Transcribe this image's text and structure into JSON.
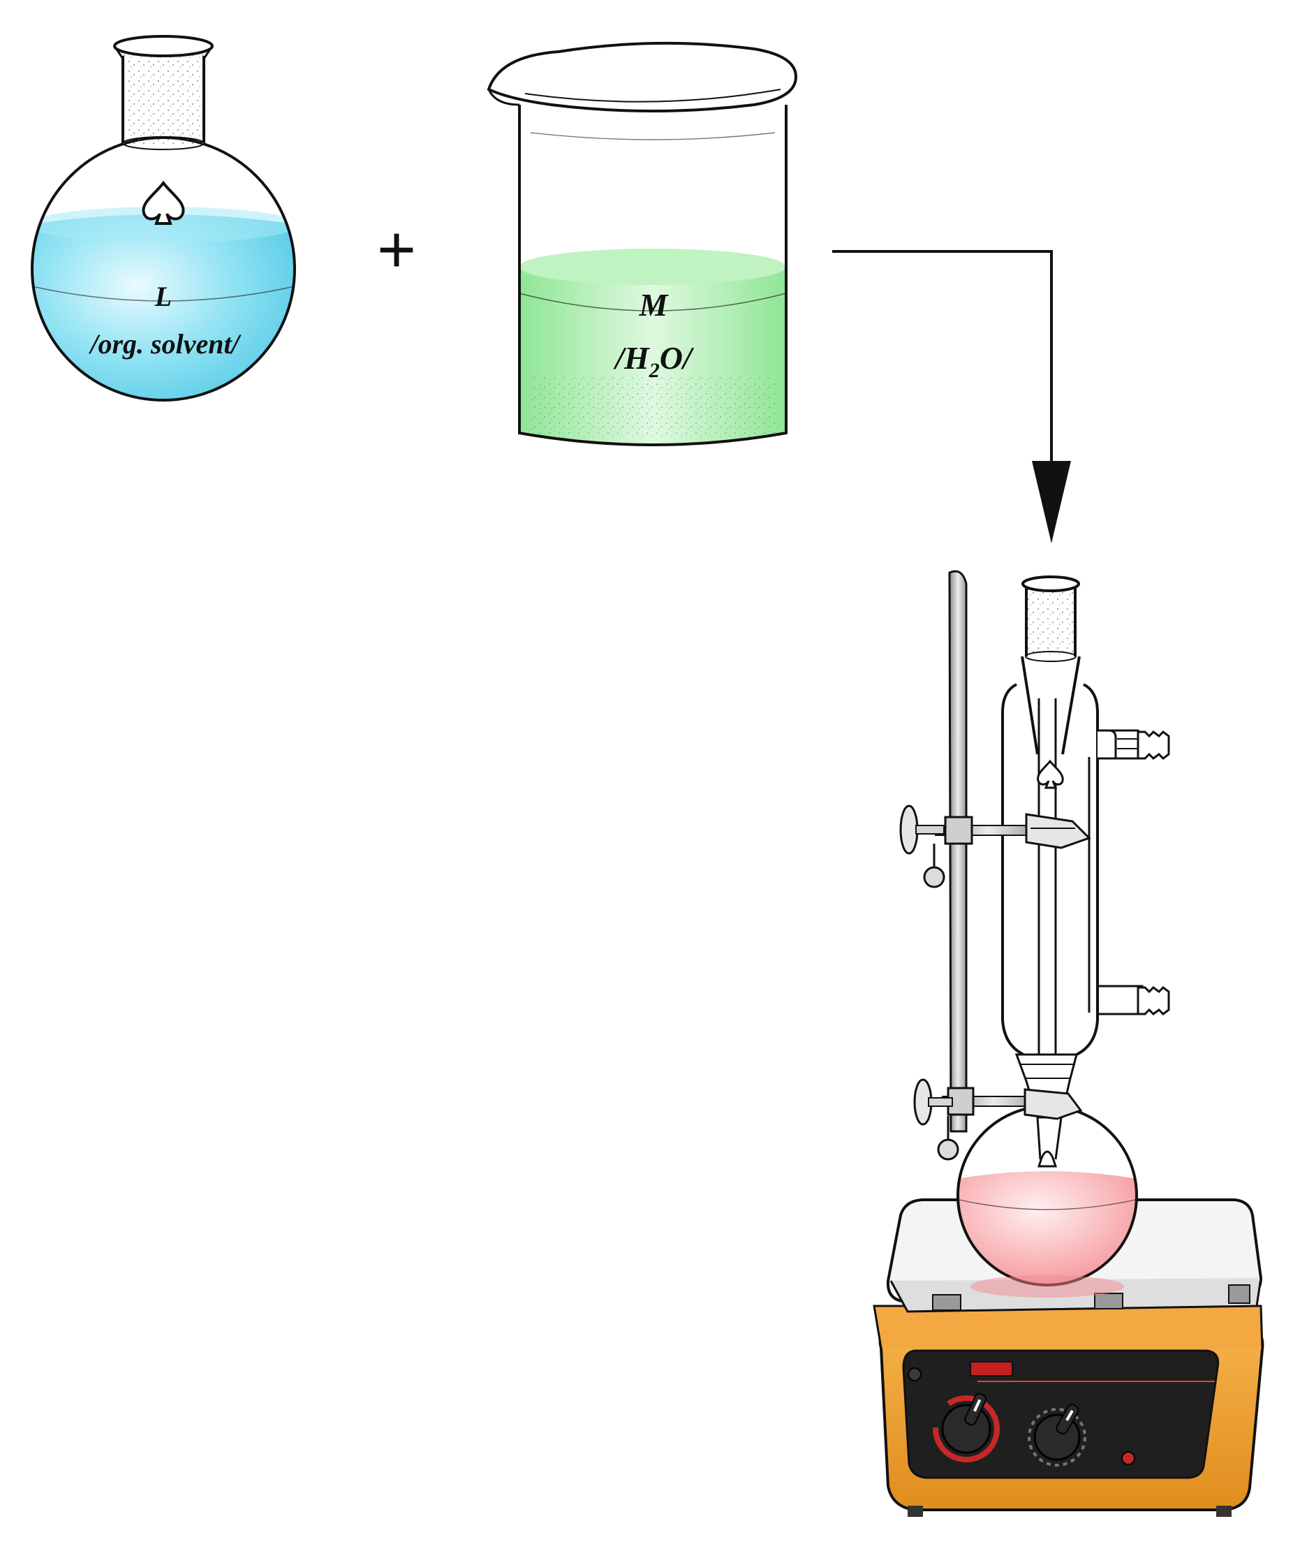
{
  "flask_left": {
    "reagent": "L",
    "solvent": "/org. solvent/",
    "liquid_color": "#6fd7ee"
  },
  "operator": "+",
  "beaker": {
    "reagent": "M",
    "solvent_prefix": "/H",
    "solvent_subscript": "2",
    "solvent_suffix": "O/",
    "liquid_color": "#9beb9f"
  },
  "reaction_flask": {
    "liquid_color": "#f6a5a8"
  },
  "hotplate": {
    "body_color": "#f2a73a",
    "top_color": "#f3f3f3"
  },
  "colors": {
    "line": "#111111",
    "glass": "#ffffff",
    "stand": "#cfcfcf"
  }
}
